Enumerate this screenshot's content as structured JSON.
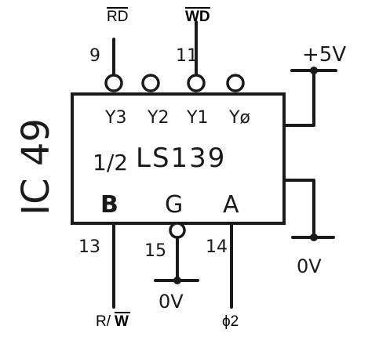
{
  "chip": {
    "ref": "IC 49",
    "part": "LS139",
    "half": "1/2",
    "outputs": [
      "Y3",
      "Y2",
      "Y1",
      "Yø"
    ],
    "inputs": {
      "b": "B",
      "g": "G",
      "a": "A"
    }
  },
  "pins": {
    "y3": "9",
    "y1": "11",
    "b": "13",
    "g": "15",
    "a": "14"
  },
  "signals": {
    "rd": "RD",
    "wd": "WD",
    "rw_r": "R/",
    "rw_w": "W",
    "phi2": "ϕ2"
  },
  "power": {
    "vcc": "+5V",
    "gnd_right": "0V",
    "gnd_bottom": "0V"
  }
}
